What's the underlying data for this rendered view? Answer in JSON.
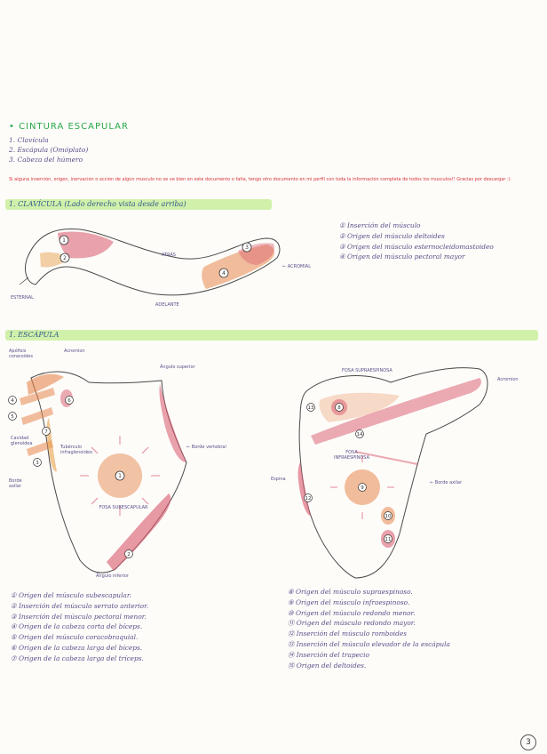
{
  "header": {
    "title": "• CINTURA ESCAPULAR",
    "intro": [
      "1. Clavícula",
      "2. Escápula (Omóplato)",
      "3. Cabeza del húmero"
    ],
    "notice": "Si alguna inserción, origen, inervación o acción de algún musculo no se ve bien en este documento o falta, tengo otro documento en mi perfil con toda la información completa de todos los musculos!! Gracias por descargar :)"
  },
  "clavicle": {
    "section_title": "1. CLAVÍCULA (Lado derecho vista desde arriba)",
    "labels": {
      "atras": "ATRÁS",
      "adelante": "ADELANTE",
      "acromial": "← ACROMIAL",
      "esternal": "ESTERNAL"
    },
    "markers": [
      "1",
      "2",
      "3",
      "4"
    ],
    "legend": [
      "① Inserción del músculo",
      "② Origen del músculo deltoides",
      "③ Origen del músculo esternocleidomastoideo",
      "④ Origen del músculo pectoral mayor"
    ]
  },
  "scapula": {
    "section_title": "1. ESCÁPULA",
    "front_labels": {
      "apofisis": "Apófisis coracoides",
      "acromion": "Acromion",
      "angulo_superior": "Ángulo superior",
      "cavidad": "Cavidad glenoidea",
      "borde_vertebral": "← Borde vertebral",
      "borde_axilar": "Borde axilar",
      "fosa": "FOSA SUBESCAPULAR",
      "angulo_inferior": "Ángulo inferior",
      "tuberculo": "Tubérculo infraglenoideo"
    },
    "back_labels": {
      "fosa_supra": "FOSA SUPRAESPINOSA",
      "acromion": "Acromion",
      "espina": "Espina",
      "fosa_infra": "FOSA INFRAESPINOSA",
      "borde_axilar": "← Borde axilar"
    },
    "front_markers": [
      "1",
      "2",
      "3",
      "4",
      "5",
      "6",
      "7"
    ],
    "back_markers": [
      "8",
      "9",
      "10",
      "11",
      "12",
      "13",
      "14"
    ],
    "legend_left": [
      "① Origen del músculo subescapular.",
      "② Inserción del músculo serrato anterior.",
      "③ Inserción del músculo pectoral menor.",
      "④ Origen de la cabeza corta del bíceps.",
      "⑤ Origen del músculo coracobraquial.",
      "⑥ Origen de la cabeza larga del bíceps.",
      "⑦ Origen de la cabeza larga del tríceps."
    ],
    "legend_right": [
      "⑧ Origen del músculo supraespinoso.",
      "⑨ Origen del músculo infraespinoso.",
      "⑩ Origen del músculo redondo menor.",
      "⑪ Origen del músculo redondo mayor.",
      "⑫ Inserción del músculo romboides",
      "⑬ Inserción del músculo elevador de la escápula",
      "⑭ Inserción del trapecio",
      "⑮ Origen del deltoides."
    ]
  },
  "page_number": "3"
}
